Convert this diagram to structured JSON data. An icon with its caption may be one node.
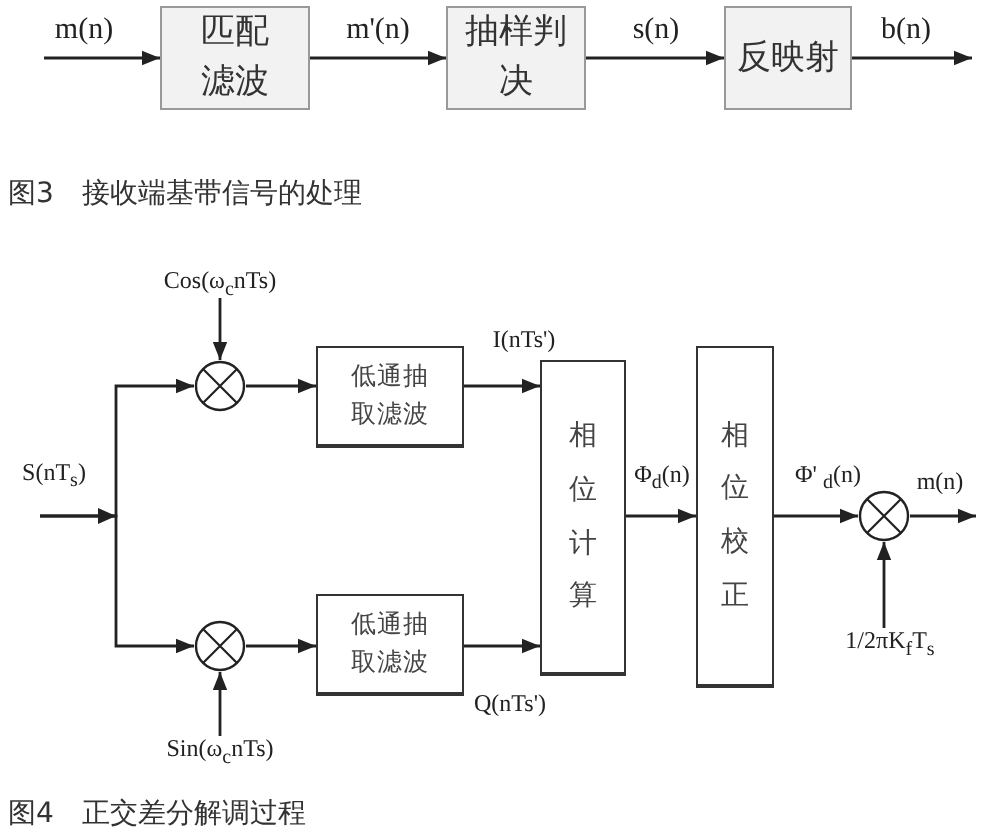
{
  "diagram": {
    "nodes": [
      {
        "text": [
          "匹配滤波"
        ]
      },
      {
        "text": [
          "抽样判决"
        ]
      },
      {
        "text": [
          "反映射"
        ]
      },
      {
        "text": [
          "Cos(ω$_{c}$nTs)"
        ]
      },
      {
        "text": [],
        "shape": "circle"
      },
      {
        "text": [
          "低通抽取滤波"
        ]
      },
      {
        "text": [
          "相位计算"
        ]
      },
      {
        "text": [
          "相位校正"
        ]
      },
      {
        "text": [],
        "shape": "circle"
      },
      {
        "text": [],
        "shape": "circle"
      },
      {
        "text": [
          "低通抽取滤波"
        ]
      },
      {
        "text": [
          "Sin(ω$_{c}$nTs)"
        ]
      },
      {
        "text": [
          "1/2πK$_{f}$T$_{s}$"
        ]
      }
    ],
    "edges": [
      {
        "from": null,
        "to": 0,
        "arrow": "to",
        "label": "m(n)"
      },
      {
        "from": 0,
        "to": 1,
        "arrow": "to",
        "label": "m'(n)"
      },
      {
        "from": 1,
        "to": 2,
        "arrow": "to",
        "label": "s(n)"
      },
      {
        "from": 2,
        "to": null,
        "arrow": "to",
        "label": "b(n)"
      },
      {
        "from": null,
        "to": 4,
        "arrow": "to",
        "label": "S(nT$_{s}$)"
      },
      {
        "from": null,
        "to": 9,
        "arrow": "to"
      },
      {
        "from": 3,
        "to": 4,
        "arrow": "to"
      },
      {
        "from": 4,
        "to": 5,
        "arrow": "to"
      },
      {
        "from": 5,
        "to": 6,
        "arrow": "to",
        "label": "I(nTs')"
      },
      {
        "from": 6,
        "to": 7,
        "arrow": "to",
        "label": "Φ$_{d}$(n)"
      },
      {
        "from": 7,
        "to": 8,
        "arrow": "to",
        "label": "Φ' $_{d}$(n)"
      },
      {
        "from": 8,
        "to": null,
        "arrow": "to",
        "label": "m(n)"
      },
      {
        "from": 9,
        "to": 10,
        "arrow": "to"
      },
      {
        "from": 10,
        "to": 6,
        "arrow": "to",
        "label": "Q(nTs')"
      },
      {
        "from": 11,
        "to": 9,
        "arrow": "to"
      },
      {
        "from": 12,
        "to": 8,
        "arrow": "to"
      }
    ],
    "labels": [
      "图3　接收端基带信号的处理",
      "图4　正交差分解调过程"
    ]
  }
}
